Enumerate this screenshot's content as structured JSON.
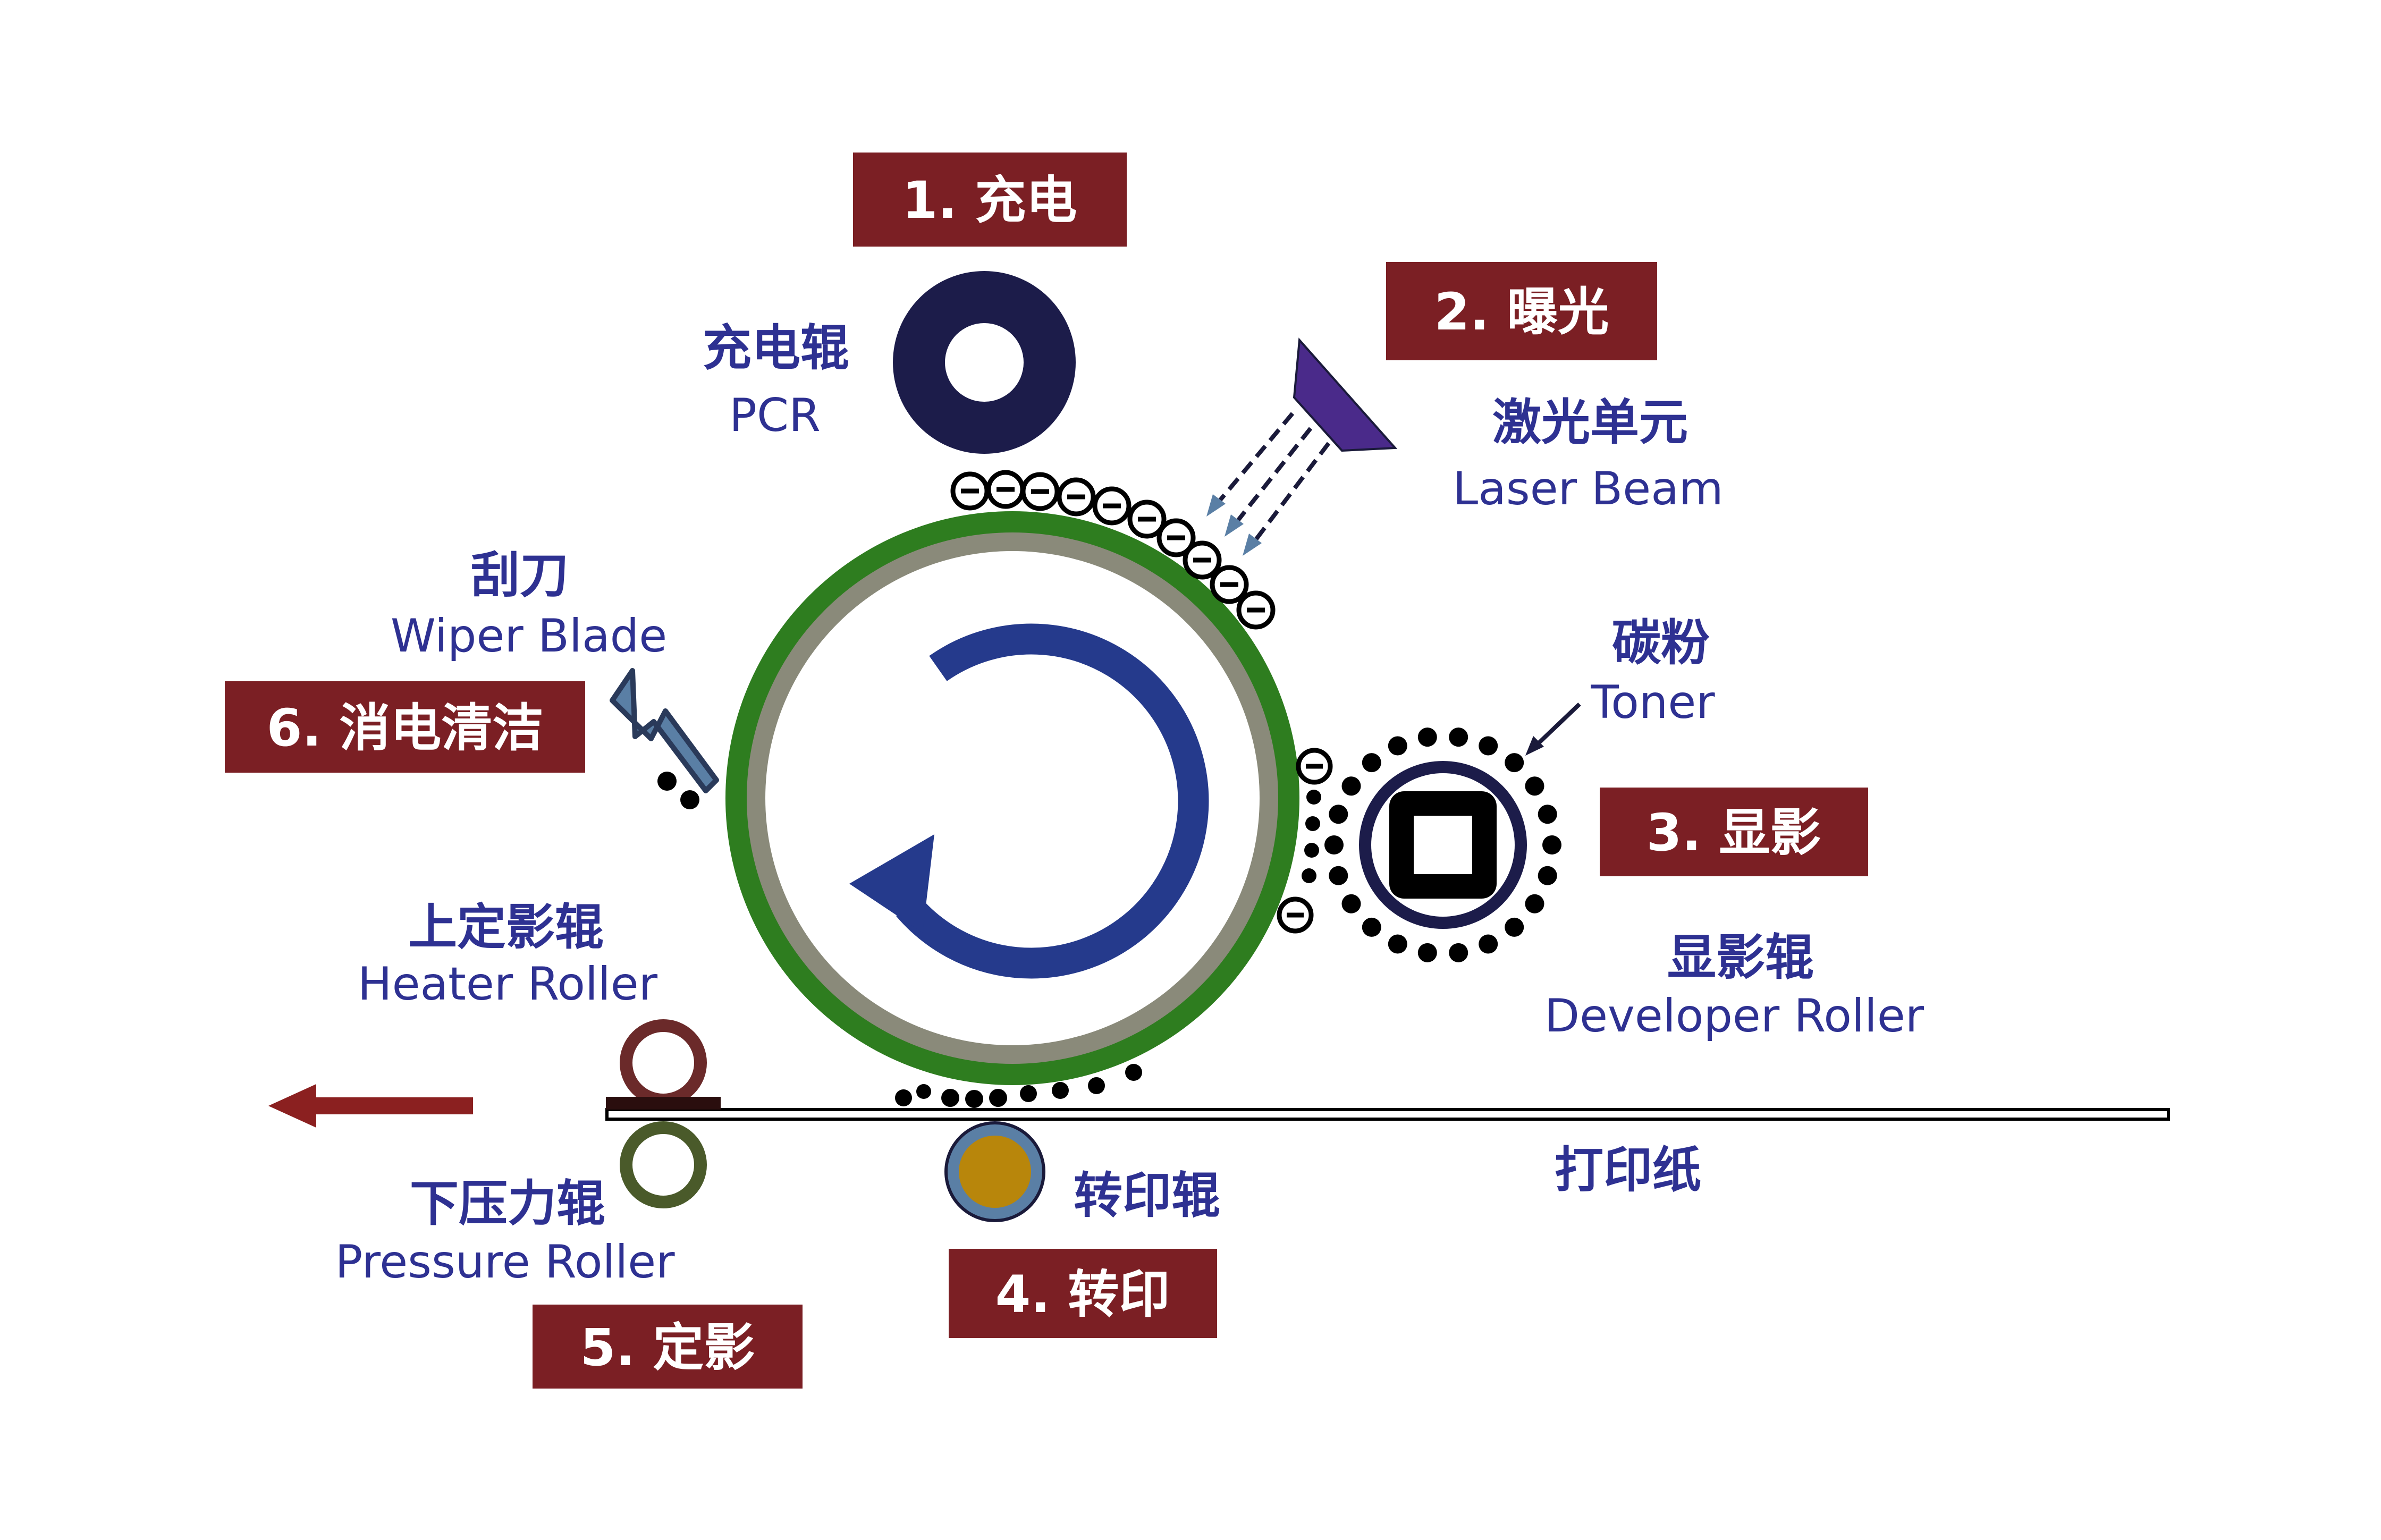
{
  "steps": {
    "charge": "1. 充电",
    "expose": "2. 曝光",
    "develop": "3. 显影",
    "transfer": "4. 转印",
    "fuse": "5. 定影",
    "clean": "6. 消电清洁"
  },
  "components": {
    "pcr": {
      "cn": "充电辊",
      "en": "PCR"
    },
    "laser": {
      "cn": "激光单元",
      "en": "Laser Beam"
    },
    "toner": {
      "cn": "碳粉",
      "en": "Toner"
    },
    "developer": {
      "cn": "显影辊",
      "en": "Developer Roller"
    },
    "wiper": {
      "cn": "刮刀",
      "en": "Wiper Blade"
    },
    "heater": {
      "cn": "上定影辊",
      "en": "Heater Roller"
    },
    "pressure": {
      "cn": "下压力辊",
      "en": "Pressure Roller"
    },
    "transfer_roller": {
      "cn": "转印辊"
    },
    "paper": {
      "cn": "打印纸"
    }
  },
  "colors": {
    "label_bg": "#7b1f24",
    "text": "#2e3192",
    "drum_outer": "#2e7d1f",
    "drum_mid": "#8a8a7a",
    "arrow": "#253a8c",
    "pcr": "#1c1c4a",
    "laser": "#4a2a8a",
    "fuse_arrow": "#8b2020",
    "transfer_core": "#b8860b",
    "heater_ring": "#6b2a2a",
    "pressure_ring": "#4a5a2a"
  }
}
